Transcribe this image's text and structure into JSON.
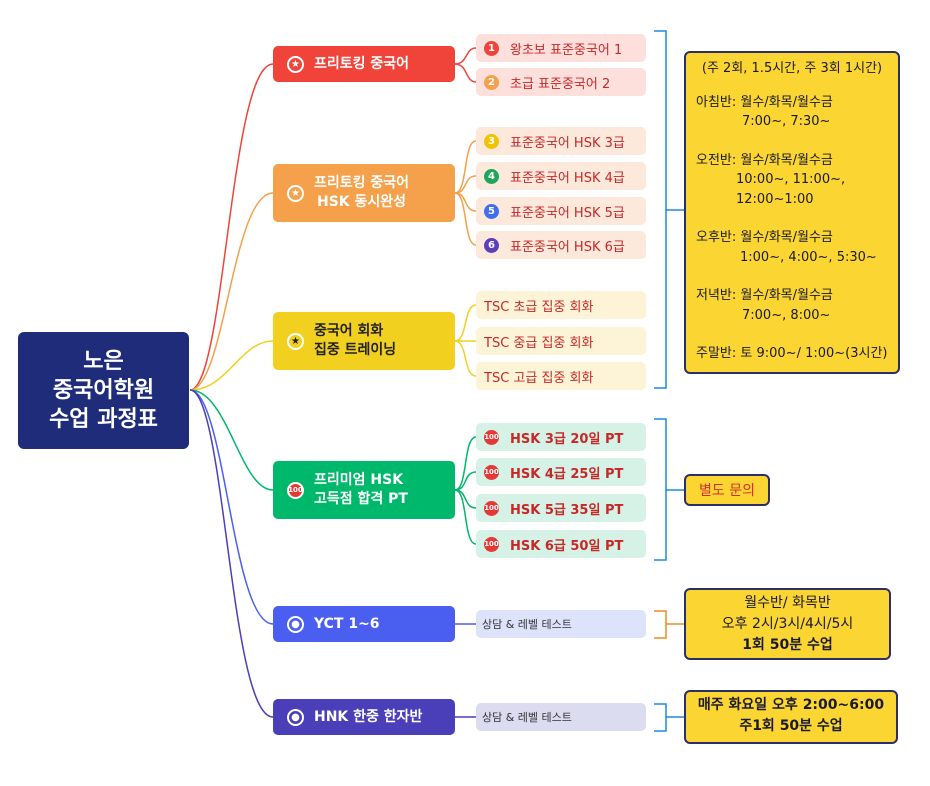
{
  "root": {
    "line1": "노은",
    "line2": "중국어학원",
    "line3": "수업 과정표"
  },
  "branches": [
    {
      "label1": "프리토킹  중국어",
      "label2": "",
      "color": "#f0443a",
      "icon": "star-icon"
    },
    {
      "label1": "프리토킹  중국어",
      "label2": "HSK 동시완성",
      "color": "#f5a04a",
      "icon": "star-icon"
    },
    {
      "label1": "중국어 회화",
      "label2": "집중 트레이닝",
      "color": "#f2d020",
      "icon": "star-icon"
    },
    {
      "label1": "프리미엄  HSK",
      "label2": "고득점 합격 PT",
      "color": "#00b86b",
      "icon": "hundred-icon"
    },
    {
      "label1": "YCT 1~6",
      "label2": "",
      "color": "#4a5ff0",
      "icon": "person-icon"
    },
    {
      "label1": "HNK 한중 한자반",
      "label2": "",
      "color": "#4a3fb8",
      "icon": "person-icon"
    }
  ],
  "leaves": {
    "freetalk": [
      {
        "num": "1",
        "label": "왕초보  표준중국어 1"
      },
      {
        "num": "2",
        "label": "초급 표준중국어 2"
      }
    ],
    "hsk_combo": [
      {
        "num": "3",
        "label": "표준중국어 HSK 3급"
      },
      {
        "num": "4",
        "label": "표준중국어 HSK 4급"
      },
      {
        "num": "5",
        "label": "표준중국어 HSK 5급"
      },
      {
        "num": "6",
        "label": "표준중국어 HSK 6급"
      }
    ],
    "tsc": [
      {
        "label": "TSC 초급 집중 회화"
      },
      {
        "label": "TSC 중급 집중 회화"
      },
      {
        "label": "TSC 고급 집중 회화"
      }
    ],
    "premium": [
      {
        "label": "HSK  3급   20일  PT"
      },
      {
        "label": "HSK  4급   25일  PT"
      },
      {
        "label": "HSK  5급   35일  PT"
      },
      {
        "label": "HSK  6급   50일  PT"
      }
    ],
    "yct": "상담 & 레벨 테스트",
    "hnk": "상담 & 레벨 테스트"
  },
  "notes": {
    "schedule": {
      "header": "(주 2회, 1.5시간, 주 3회 1시간)",
      "morning_a": "아침반: 월수/화목/월수금",
      "morning_b": "7:00~, 7:30~",
      "am_a": "오전반: 월수/화목/월수금",
      "am_b": "10:00~, 11:00~,",
      "am_c": "12:00~1:00",
      "pm_a": "오후반: 월수/화목/월수금",
      "pm_b": "1:00~, 4:00~, 5:30~",
      "eve_a": "저녁반: 월수/화목/월수금",
      "eve_b": "7:00~, 8:00~",
      "weekend": "주말반: 토 9:00~/ 1:00~(3시간)"
    },
    "premium": "별도 문의",
    "yct": {
      "l1": "월수반/ 화목반",
      "l2": "오후 2시/3시/4시/5시",
      "l3": "1회 50분 수업"
    },
    "hnk": {
      "l1": "매주 화요일 오후 2:00~6:00",
      "l2": "주1회 50분 수업"
    }
  }
}
